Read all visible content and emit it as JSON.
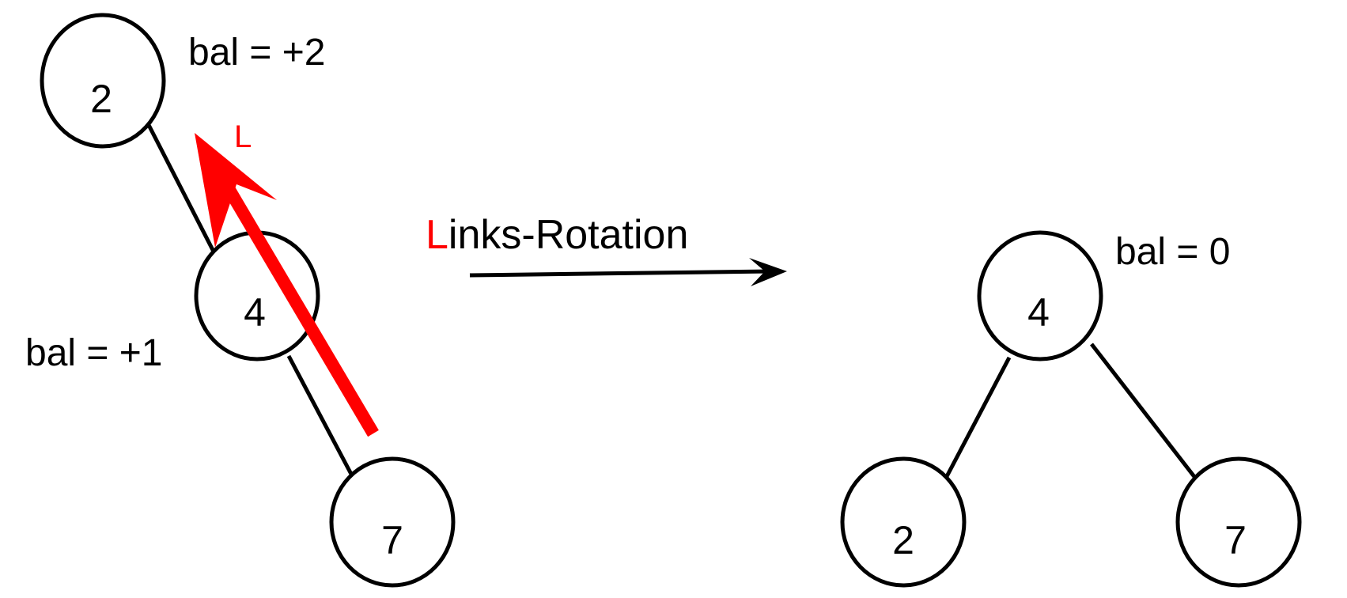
{
  "colors": {
    "accent": "#ff0000",
    "stroke": "#000000",
    "background": "#ffffff"
  },
  "before": {
    "nodes": [
      "2",
      "4",
      "7"
    ],
    "balances": {
      "root": "bal = +2",
      "middle": "bal = +1"
    },
    "rotation_marker": "L"
  },
  "transition": {
    "accent_letter": "L",
    "rest": "inks-Rotation"
  },
  "after": {
    "nodes": [
      "4",
      "2",
      "7"
    ],
    "balances": {
      "root": "bal = 0"
    }
  }
}
